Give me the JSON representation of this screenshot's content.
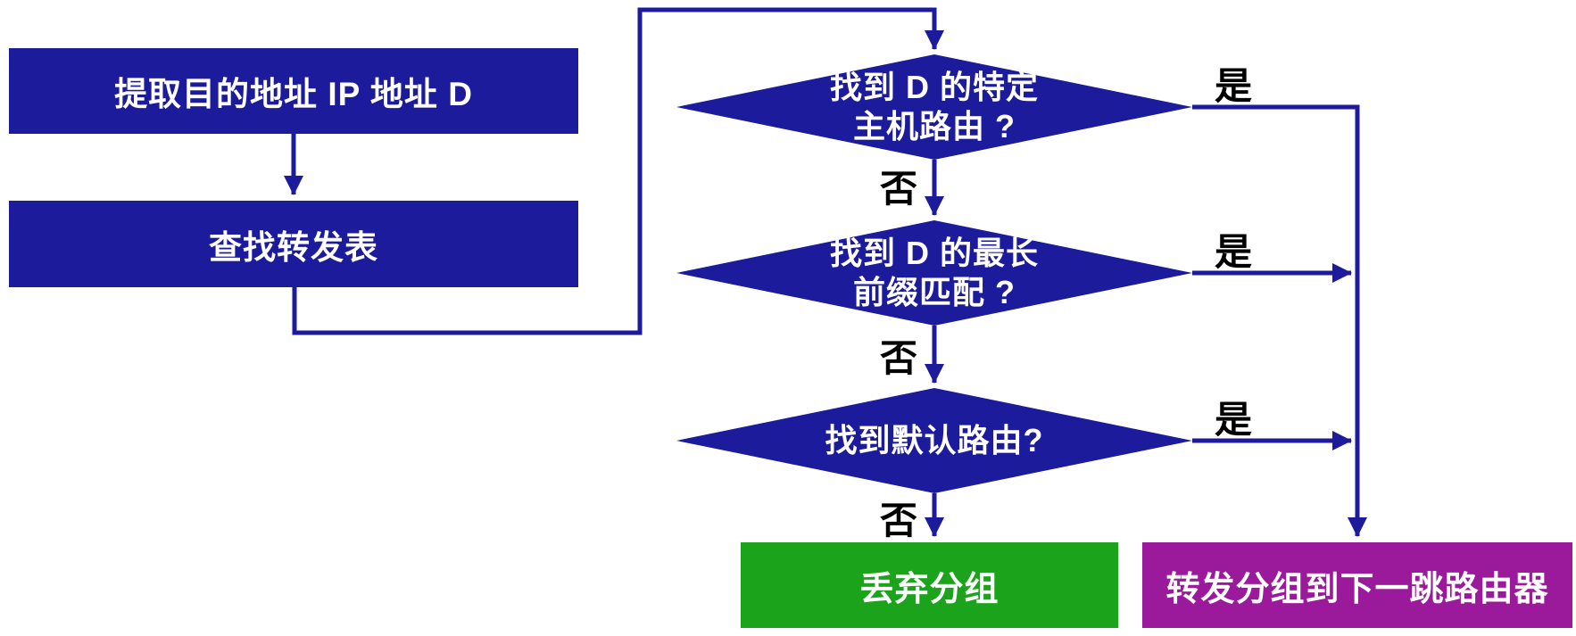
{
  "colors": {
    "navy": "#1b1b9b",
    "green": "#1ba41b",
    "purple": "#9b199b",
    "node_text": "#ffffff",
    "edge_label_text": "#000000",
    "background": "#ffffff"
  },
  "nodes": {
    "extract": {
      "label": "提取目的地址 IP 地址 D"
    },
    "lookup": {
      "label": "查找转发表"
    },
    "host_route": {
      "line1": "找到 D 的特定",
      "line2": "主机路由 ?"
    },
    "prefix_match": {
      "line1": "找到 D 的最长",
      "line2": "前缀匹配 ?"
    },
    "default_route": {
      "line1": "找到默认路由?",
      "line2": ""
    },
    "discard": {
      "label": "丢弃分组"
    },
    "forward": {
      "label": "转发分组到下一跳路由器"
    }
  },
  "edge_labels": {
    "yes": "是",
    "no": "否"
  }
}
